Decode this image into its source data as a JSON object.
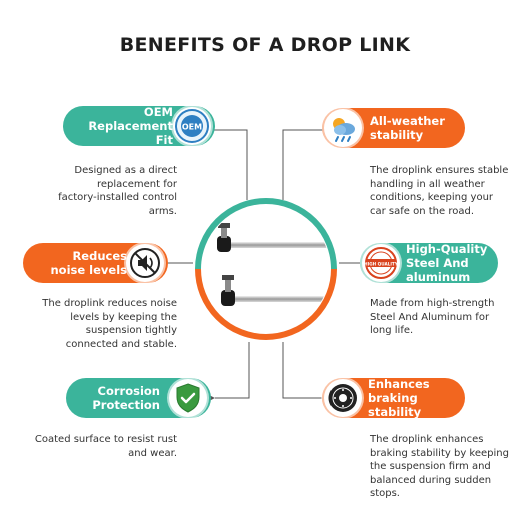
{
  "title": "BENEFITS OF A DROP LINK",
  "benefits": [
    {
      "label": "OEM Replacement Fit",
      "badge_text": "OEM",
      "icon": "oem-seal-icon",
      "description": "Designed as a direct replacement for factory-installed control arms.",
      "color": "#3bb49b"
    },
    {
      "label": "All-weather stability",
      "icon": "weather-icon",
      "description": "The droplink ensures stable handling in all weather conditions, keeping your car safe on the road.",
      "color": "#f2661f"
    },
    {
      "label": "Reduces noise levels",
      "icon": "no-noise-icon",
      "description": "The droplink reduces noise levels by keeping the suspension tightly connected and stable.",
      "color": "#f2661f"
    },
    {
      "label": "High-Quality Steel And aluminum",
      "badge_text": "HIGH QUALITY",
      "icon": "high-quality-stamp-icon",
      "description": "Made from high-strength Steel And Aluminum for long life.",
      "color": "#3bb49b"
    },
    {
      "label": "Corrosion Protection",
      "icon": "shield-check-icon",
      "description": "Coated surface to resist rust and wear.",
      "color": "#3bb49b"
    },
    {
      "label": "Enhances braking stability",
      "icon": "brake-disc-icon",
      "description": "The droplink enhances braking stability by keeping the suspension firm and balanced during sudden stops.",
      "color": "#f2661f"
    }
  ],
  "colors": {
    "teal": "#3bb49b",
    "orange": "#f2661f",
    "line": "#555555"
  },
  "center_image": "drop-link-product-image"
}
